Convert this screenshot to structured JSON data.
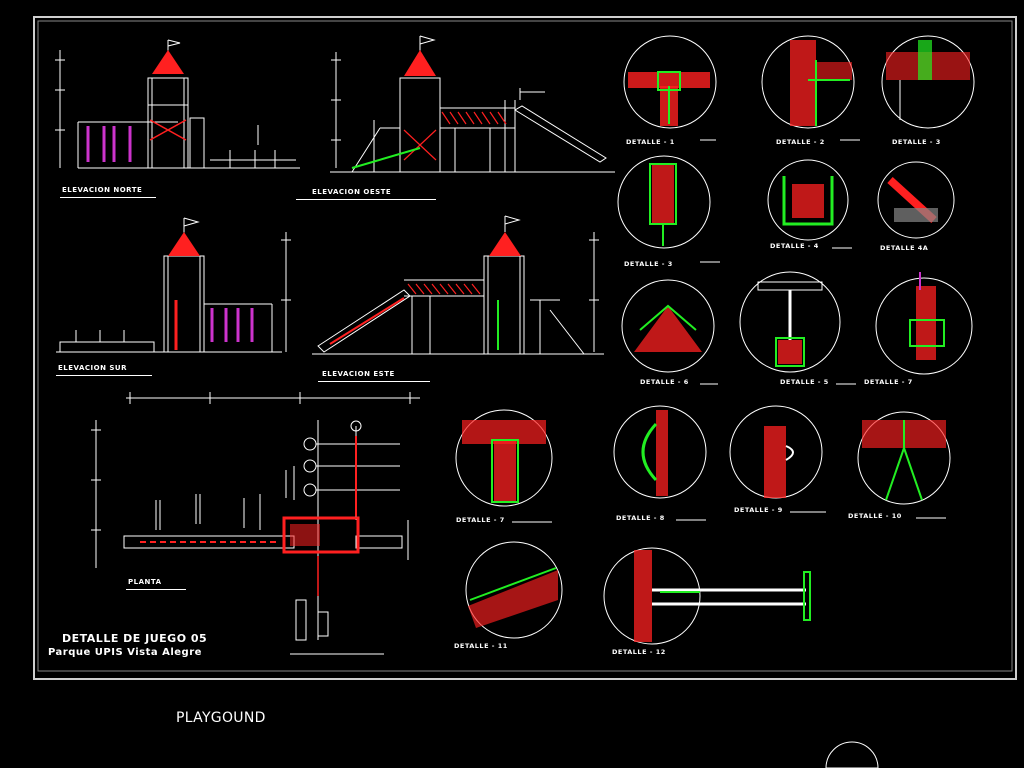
{
  "sheet": {
    "title_line1": "DETALLE DE JUEGO 05",
    "title_line2": "Parque UPIS Vista Alegre",
    "caption": "PLAYGOUND"
  },
  "views": {
    "elev_norte": "ELEVACION NORTE",
    "elev_oeste": "ELEVACION OESTE",
    "elev_sur": "ELEVACION SUR",
    "elev_este": "ELEVACION ESTE",
    "planta": "PLANTA"
  },
  "details": {
    "d1": "DETALLE - 1",
    "d2": "DETALLE - 2",
    "d3": "DETALLE - 3",
    "d3b": "DETALLE - 3",
    "d4": "DETALLE - 4",
    "d4a": "DETALLE 4A",
    "d6": "DETALLE - 6",
    "d5": "DETALLE - 5",
    "d7a": "DETALLE - 7",
    "d7b": "DETALLE - 7",
    "d8": "DETALLE - 8",
    "d9": "DETALLE - 9",
    "d10": "DETALLE - 10",
    "d11": "DETALLE - 11",
    "d12": "DETALLE - 12"
  },
  "palette": {
    "background": "#000000",
    "line": "#ffffff",
    "accent_red": "#ff2020",
    "accent_green": "#22ee22",
    "accent_magenta": "#cc33cc",
    "border": "#cfcfcf"
  }
}
